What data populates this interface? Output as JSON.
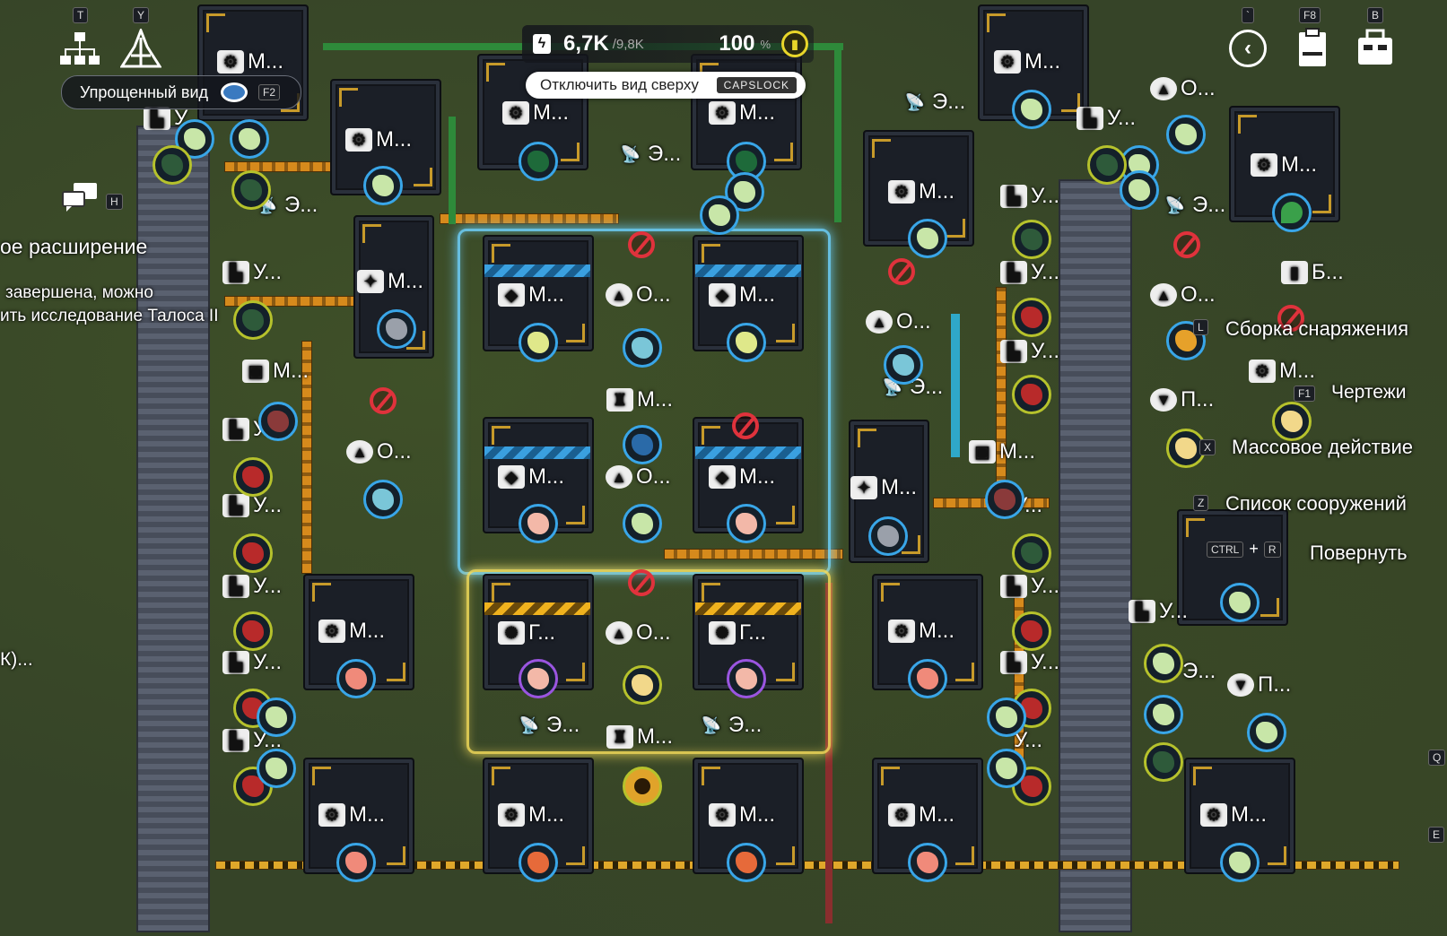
{
  "hud": {
    "power": {
      "current": "6,7K",
      "max": "/9,8K"
    },
    "battery": {
      "value": "100",
      "unit": "%"
    },
    "hotkeys": {
      "tree": "T",
      "tech": "Y",
      "back": "`",
      "f8": "F8",
      "bag": "B",
      "q": "Q",
      "e": "E",
      "h": "H",
      "f2": "F2"
    }
  },
  "simplified_view": {
    "label": "Упрощенный вид",
    "key": "F2"
  },
  "top_view": {
    "label": "Отключить вид сверху",
    "key": "CAPSLOCK"
  },
  "left_panel": {
    "title_partial": "ое расширение",
    "line1": "завершена, можно",
    "line2": "ить исследование Талоса II",
    "ko": "К)..."
  },
  "right_panel": {
    "assembly": {
      "label": "Сборка снаряжения",
      "key": "L"
    },
    "blueprints": {
      "label": "Чертежи",
      "key": "F1"
    },
    "mass_action": {
      "label": "Массовое действие",
      "key": "X"
    },
    "structures": {
      "label": "Список сооружений",
      "key": "Z"
    },
    "rotate": {
      "label": "Повернуть",
      "key_mod": "CTRL",
      "plus": "+",
      "key": "R"
    }
  },
  "labels": {
    "m": "М...",
    "u": "У...",
    "o": "О...",
    "e": "Э...",
    "g": "Г...",
    "p": "П...",
    "b": "Б...",
    "u2": "У..",
    "u3": "У.."
  },
  "colors": {
    "accent_blue": "#39a6e8",
    "accent_yellow": "#f0b21e",
    "power_fail": "#e0323c",
    "grass": "#364428"
  }
}
